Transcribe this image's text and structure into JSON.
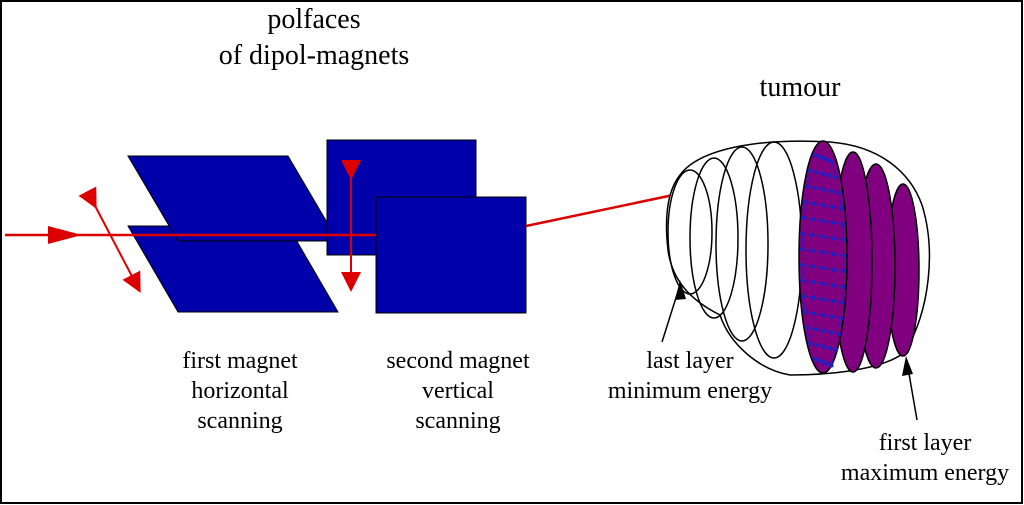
{
  "title": {
    "line1": "polfaces",
    "line2": "of dipol-magnets"
  },
  "tumour_label": "tumour",
  "magnet1": {
    "line1": "first magnet",
    "line2": "horizontal",
    "line3": "scanning"
  },
  "magnet2": {
    "line1": "second magnet",
    "line2": "vertical",
    "line3": "scanning"
  },
  "last_layer": {
    "line1": "last layer",
    "line2": "minimum energy"
  },
  "first_layer": {
    "line1": "first layer",
    "line2": "maximum energy"
  },
  "colors": {
    "magnet": "#0000aa",
    "beam": "#dd0000",
    "layer": "#800080",
    "scan_dots": "#2020c0",
    "outline": "#000000"
  }
}
